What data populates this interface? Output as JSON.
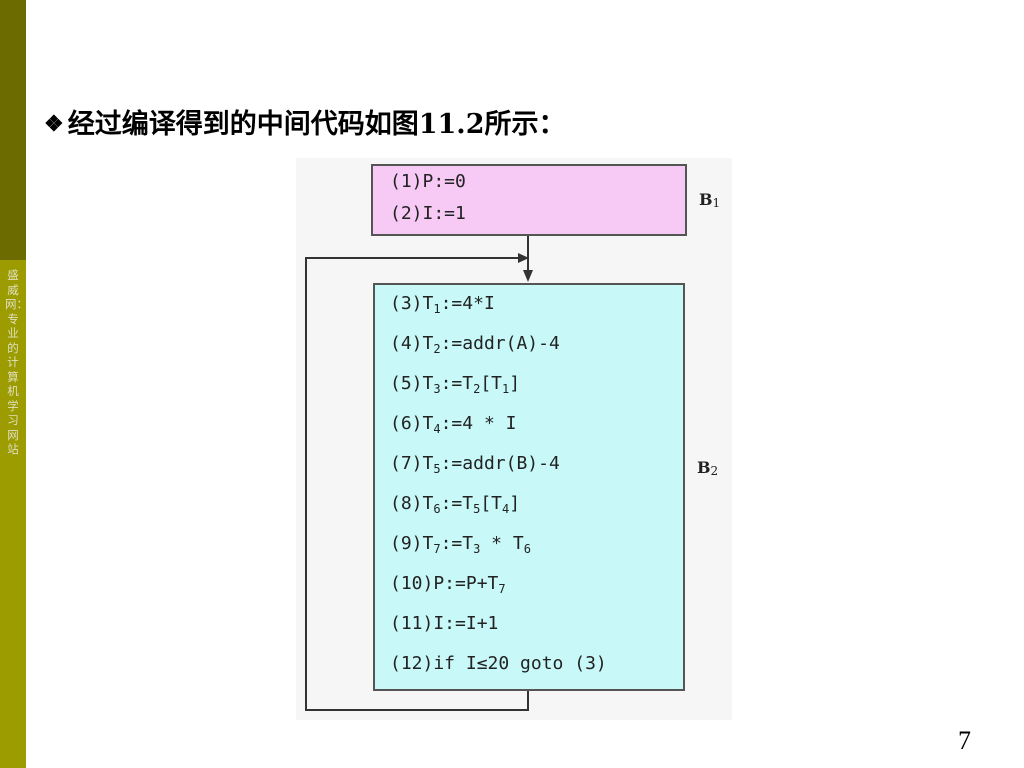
{
  "sidebar": {
    "text": "盛威网：专业的计算机学习网站"
  },
  "slide": {
    "bullet": "❖",
    "title": "经过编译得到的中间代码如图11.2所示：",
    "page_number": "7"
  },
  "diagram": {
    "b1": {
      "label": "B",
      "label_sub": "1",
      "lines": [
        {
          "id": "c1",
          "parts": [
            [
              "t",
              "(1)P:=0"
            ]
          ]
        },
        {
          "id": "c2",
          "parts": [
            [
              "t",
              "(2)I:=1"
            ]
          ]
        }
      ]
    },
    "b2": {
      "label": "B",
      "label_sub": "2",
      "lines": [
        {
          "id": "c3",
          "parts": [
            [
              "t",
              "(3)T"
            ],
            [
              "s",
              "1"
            ],
            [
              "t",
              ":=4*I"
            ]
          ]
        },
        {
          "id": "c4",
          "parts": [
            [
              "t",
              "(4)T"
            ],
            [
              "s",
              "2"
            ],
            [
              "t",
              ":=addr(A)-4"
            ]
          ]
        },
        {
          "id": "c5",
          "parts": [
            [
              "t",
              "(5)T"
            ],
            [
              "s",
              "3"
            ],
            [
              "t",
              ":=T"
            ],
            [
              "s",
              "2"
            ],
            [
              "t",
              "[T"
            ],
            [
              "s",
              "1"
            ],
            [
              "t",
              "]"
            ]
          ]
        },
        {
          "id": "c6",
          "parts": [
            [
              "t",
              "(6)T"
            ],
            [
              "s",
              "4"
            ],
            [
              "t",
              ":=4 * I"
            ]
          ]
        },
        {
          "id": "c7",
          "parts": [
            [
              "t",
              "(7)T"
            ],
            [
              "s",
              "5"
            ],
            [
              "t",
              ":=addr(B)-4"
            ]
          ]
        },
        {
          "id": "c8",
          "parts": [
            [
              "t",
              "(8)T"
            ],
            [
              "s",
              "6"
            ],
            [
              "t",
              ":=T"
            ],
            [
              "s",
              "5"
            ],
            [
              "t",
              "[T"
            ],
            [
              "s",
              "4"
            ],
            [
              "t",
              "]"
            ]
          ]
        },
        {
          "id": "c9",
          "parts": [
            [
              "t",
              "(9)T"
            ],
            [
              "s",
              "7"
            ],
            [
              "t",
              ":=T"
            ],
            [
              "s",
              "3"
            ],
            [
              "t",
              " * T"
            ],
            [
              "s",
              "6"
            ]
          ]
        },
        {
          "id": "c10",
          "parts": [
            [
              "t",
              "(10)P:=P+T"
            ],
            [
              "s",
              "7"
            ]
          ]
        },
        {
          "id": "c11",
          "parts": [
            [
              "t",
              "(11)I:=I+1"
            ]
          ]
        },
        {
          "id": "c12",
          "parts": [
            [
              "t",
              "(12)if I≤20 goto (3)"
            ]
          ]
        }
      ]
    }
  }
}
